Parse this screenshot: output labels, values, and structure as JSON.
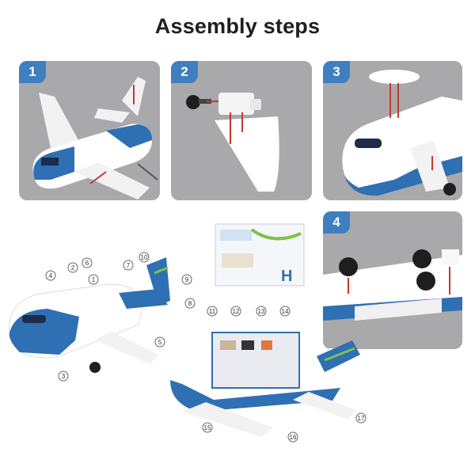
{
  "title": "Assembly steps",
  "steps": [
    {
      "number": "1"
    },
    {
      "number": "2"
    },
    {
      "number": "3"
    },
    {
      "number": "4"
    }
  ],
  "callouts": [
    "1",
    "2",
    "3",
    "4",
    "5",
    "6",
    "7",
    "8",
    "9",
    "10",
    "11",
    "12",
    "13",
    "14",
    "15",
    "16",
    "17"
  ],
  "colors": {
    "panel": "#a9a9ab",
    "badge": "#3f7fbf",
    "plane_blue": "#2f6fb3",
    "tail_green": "#7ec24a",
    "arrow_red": "#c0392b"
  }
}
